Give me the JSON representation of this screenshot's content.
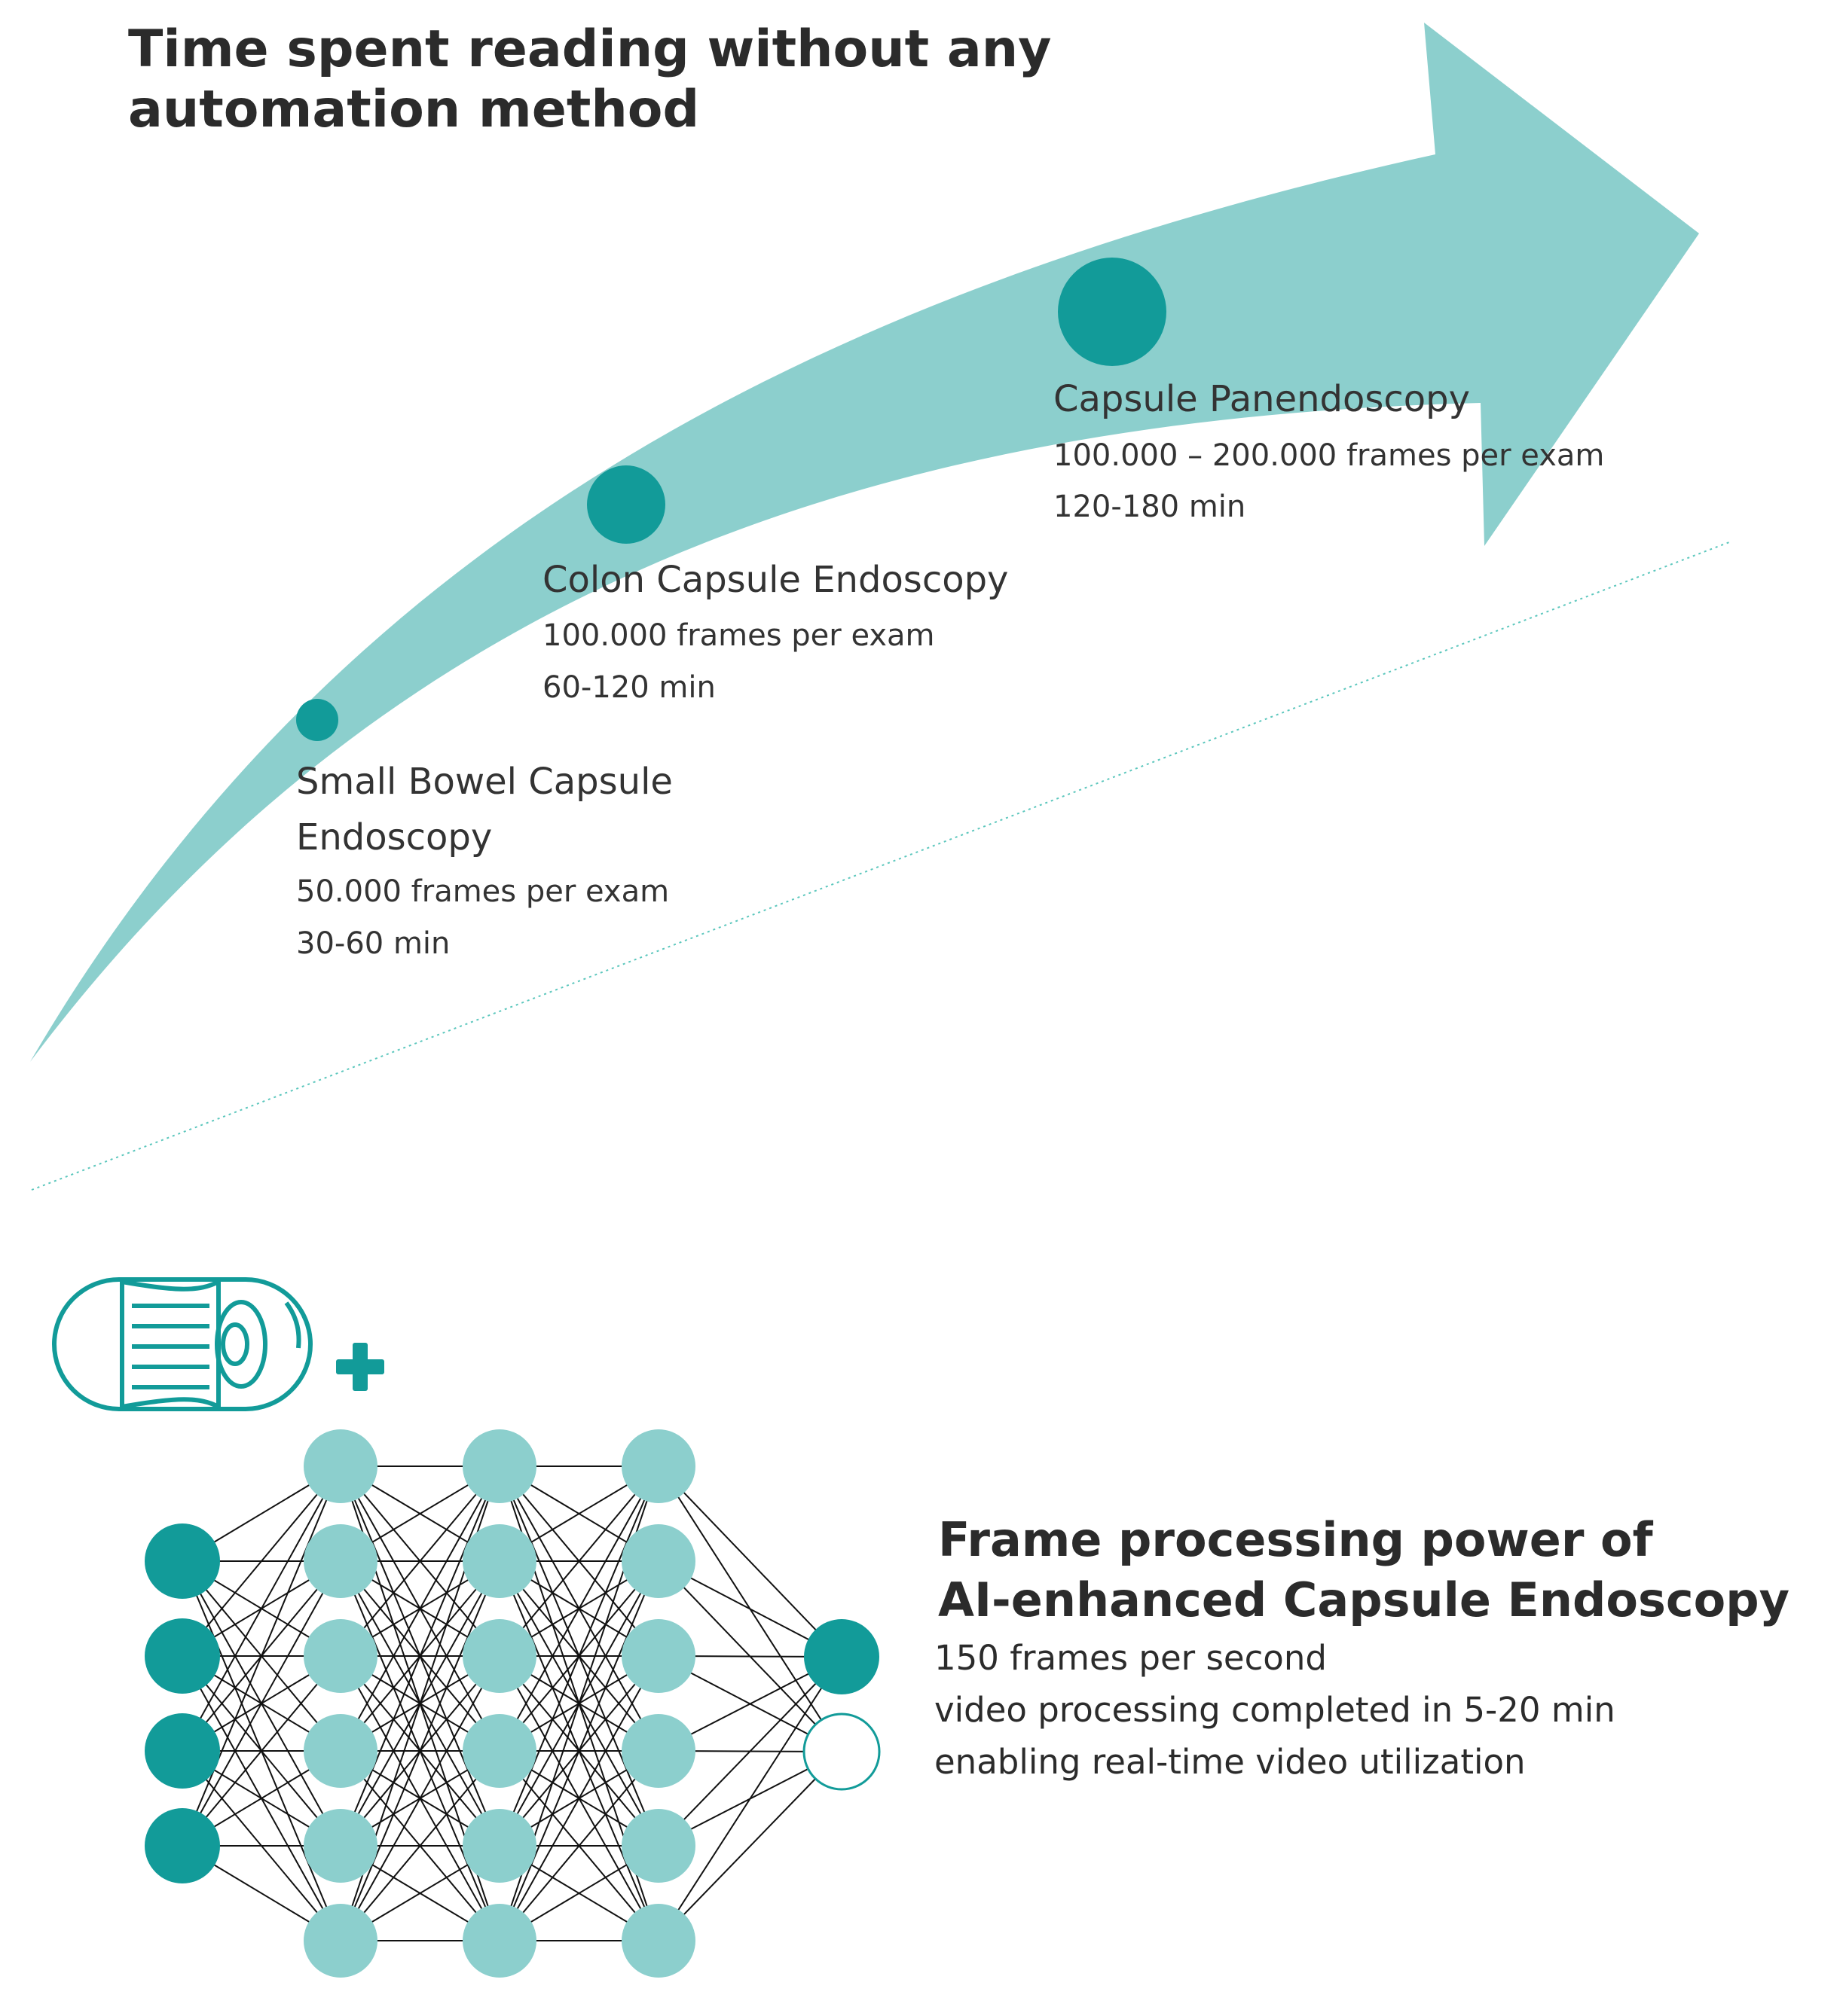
{
  "top_title": {
    "line1": "Time spent reading without any",
    "line2": "automation method"
  },
  "stages": [
    {
      "name_line1": "Small Bowel Capsule",
      "name_line2": "Endoscopy",
      "frames": "50.000 frames per exam",
      "time": "30-60 min"
    },
    {
      "name_line1": "Colon Capsule Endoscopy",
      "name_line2": "",
      "frames": "100.000 frames per exam",
      "time": "60-120 min"
    },
    {
      "name_line1": "Capsule Panendoscopy",
      "name_line2": "",
      "frames": "100.000 – 200.000 frames per exam",
      "time": "120-180 min"
    }
  ],
  "ai_section": {
    "title_line1": "Frame processing power of",
    "title_line2": "AI-enhanced Capsule Endoscopy",
    "line1": "150 frames per second",
    "line2": "video processing completed in 5-20 min",
    "line3": "enabling real-time video utilization"
  },
  "icons": {
    "capsule": "capsule-endoscope-icon",
    "plus": "plus-icon",
    "network": "neural-network-icon"
  },
  "network_layers": [
    4,
    6,
    6,
    6,
    2
  ],
  "colors": {
    "arrow": "#8ccfcd",
    "dark_teal": "#129b99",
    "light_teal": "#8ccfcd",
    "text": "#2b2b2b",
    "dotted_line": "#5cc7bd"
  }
}
